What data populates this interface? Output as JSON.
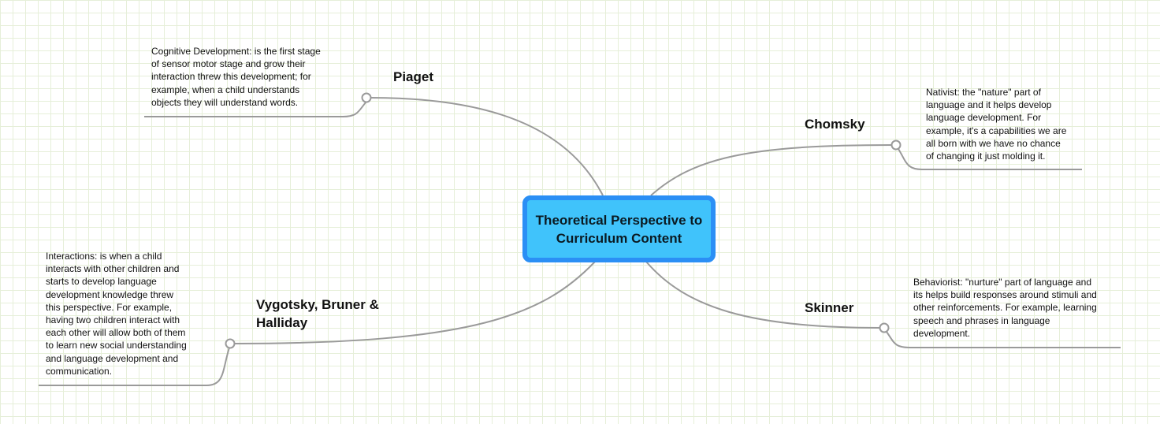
{
  "central": {
    "title": "Theoretical Perspective to Curriculum Content"
  },
  "topics": [
    {
      "label": "Piaget",
      "note": "Cognitive Development: is the first stage\nof sensor motor stage and grow their\ninteraction threw this development; for\nexample, when a child understands\nobjects they will understand words."
    },
    {
      "label": "Chomsky",
      "note": "Nativist: the \"nature\" part of\nlanguage and it helps develop\nlanguage development.  For\nexample, it's a capabilities we are\nall born with we have no chance\nof changing it just molding it."
    },
    {
      "label": "Vygotsky, Bruner & Halliday",
      "note": "Interactions:  is when a child\ninteracts with other children and\nstarts to develop language\ndevelopment knowledge threw\nthis perspective. For example,\nhaving two children interact with\neach other will allow both of them\nto learn new social understanding\nand language development and\ncommunication."
    },
    {
      "label": "Skinner",
      "note": "Behaviorist: \"nurture\" part of language and\nits helps build responses around stimuli and\nother reinforcements.  For example, learning\nspeech and phrases in language\ndevelopment."
    }
  ],
  "colors": {
    "central_fill": "#40c3fb",
    "central_border": "#2b8ff5",
    "connector": "#999999"
  }
}
